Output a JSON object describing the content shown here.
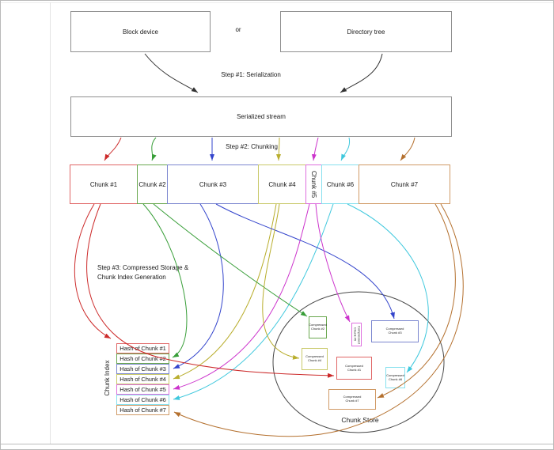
{
  "diagram": {
    "sources": {
      "block_device": "Block device",
      "or": "or",
      "directory_tree": "Directory tree"
    },
    "stream_label": "Serialized stream",
    "steps": {
      "step1": "Step #1: Serialization",
      "step2": "Step #2: Chunking",
      "step3": "Step #3: Compressed Storage &\nChunk Index Generation"
    },
    "chunks": [
      {
        "label": "Chunk #1",
        "color": "#cc2a2a"
      },
      {
        "label": "Chunk #2",
        "color": "#389e38"
      },
      {
        "label": "Chunk #3",
        "color": "#3344cc"
      },
      {
        "label": "Chunk #4",
        "color": "#b9ae2e"
      },
      {
        "label": "Chunk #5",
        "color": "#cc33cc"
      },
      {
        "label": "Chunk #6",
        "color": "#3fc8dd"
      },
      {
        "label": "Chunk #7",
        "color": "#b4702e"
      }
    ],
    "chunk_index": {
      "title": "Chunk Index",
      "hashes": [
        "Hash of Chunk #1",
        "Hash of Chunk #2",
        "Hash of Chunk #3",
        "Hash of Chunk #4",
        "Hash of Chunk #5",
        "Hash of Chunk #6",
        "Hash of Chunk #7"
      ]
    },
    "chunk_store": {
      "title": "Chunk Store",
      "boxes": [
        "Compressed\nChunk #1",
        "Compressed\nChunk #2",
        "Compressed\nChunk #3",
        "Compressed\nChunk #4",
        "Compressed\nChunk #5",
        "Compressed\nChunk #6",
        "Compressed\nChunk #7"
      ]
    }
  }
}
